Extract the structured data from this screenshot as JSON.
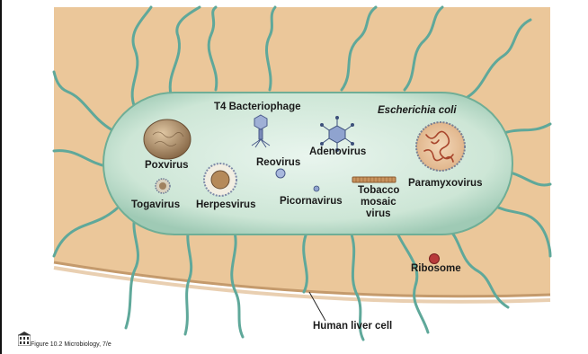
{
  "diagram": {
    "cell_label": "Escherichia coli",
    "host_label": "Human liver cell",
    "labels": {
      "t4": "T4 Bacteriophage",
      "poxvirus": "Poxvirus",
      "reovirus": "Reovirus",
      "adenovirus": "Adenovirus",
      "togavirus": "Togavirus",
      "herpesvirus": "Herpesvirus",
      "picornavirus": "Picornavirus",
      "tobacco_line1": "Tobacco",
      "tobacco_line2": "mosaic",
      "tobacco_line3": "virus",
      "paramyxovirus": "Paramyxovirus",
      "ribosome": "Ribosome"
    },
    "caption": "Figure 10.2 Microbiology, 7/e",
    "colors": {
      "host_cytoplasm": "#ebc79a",
      "bacterium_fill": "#cfe8d8",
      "flagella": "#5fa89a",
      "ribosome": "#b83a3a"
    }
  }
}
